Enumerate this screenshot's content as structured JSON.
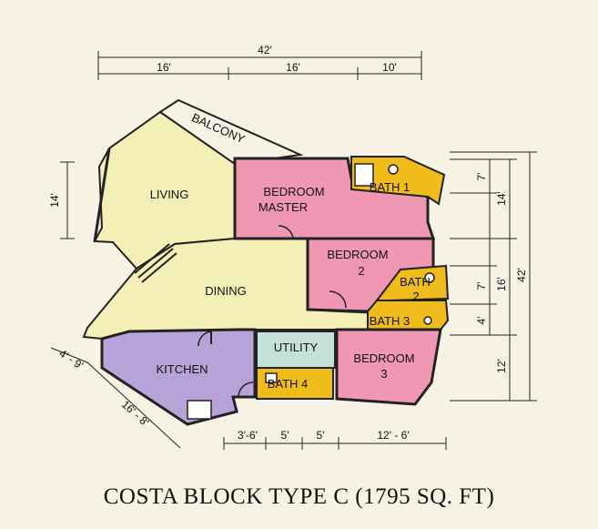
{
  "rooms": {
    "balcony": "BALCONY",
    "living": "LIVING",
    "bedroom_master_line1": "BEDROOM",
    "bedroom_master_line2": "MASTER",
    "bath1": "BATH 1",
    "bedroom2_line1": "BEDROOM",
    "bedroom2_line2": "2",
    "dining": "DINING",
    "bath2_line1": "BATH",
    "bath2_line2": "2",
    "bath3": "BATH 3",
    "kitchen": "KITCHEN",
    "utility": "UTILITY",
    "bath4": "BATH 4",
    "bedroom3_line1": "BEDROOM",
    "bedroom3_line2": "3"
  },
  "dimensions": {
    "top_total": "42'",
    "top_a": "16'",
    "top_b": "16'",
    "top_c": "10'",
    "left_living": "14'",
    "right_a": "7'",
    "right_b": "14'",
    "right_c": "7'",
    "right_d": "16'",
    "right_e": "4'",
    "right_f": "12'",
    "right_total": "42'",
    "diag_a": "4' - 9'",
    "diag_b": "16' - 8'",
    "bottom_a": "3'-6'",
    "bottom_b": "5'",
    "bottom_c": "5'",
    "bottom_d": "12' - 6'"
  },
  "caption": "COSTA BLOCK TYPE C (1795 SQ. FT)",
  "colors": {
    "living": "#f3efb6",
    "bedroom": "#ef97b3",
    "bath": "#f0bc1c",
    "kitchen": "#b7a3d8",
    "utility": "#c5dfd9",
    "background": "#f6f2e4"
  }
}
